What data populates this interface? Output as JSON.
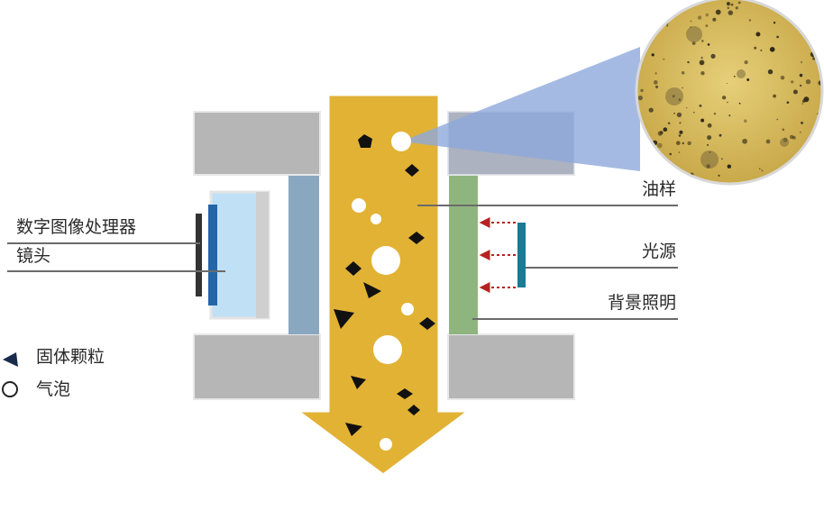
{
  "labels": {
    "processor": "数字图像处理器",
    "lens": "镜头",
    "oil_sample": "油样",
    "light_source": "光源",
    "backlight": "背景照明"
  },
  "legend": {
    "solid_particles": "固体颗粒",
    "bubbles": "气泡"
  },
  "colors": {
    "oil": "#e2b235",
    "housing": "#b6b6b6",
    "window_left": "#8aa7c0",
    "window_right": "#8fb57f",
    "lens_glass": "#bfe0f5",
    "lens_bar": "#2465a8",
    "processor_bar": "#333333",
    "light_source_bar": "#1a7b95",
    "arrow_rays": "#b52222",
    "magnifier_beam": "#8fa9dc",
    "magnifier_bg": "#d6ba5c"
  }
}
